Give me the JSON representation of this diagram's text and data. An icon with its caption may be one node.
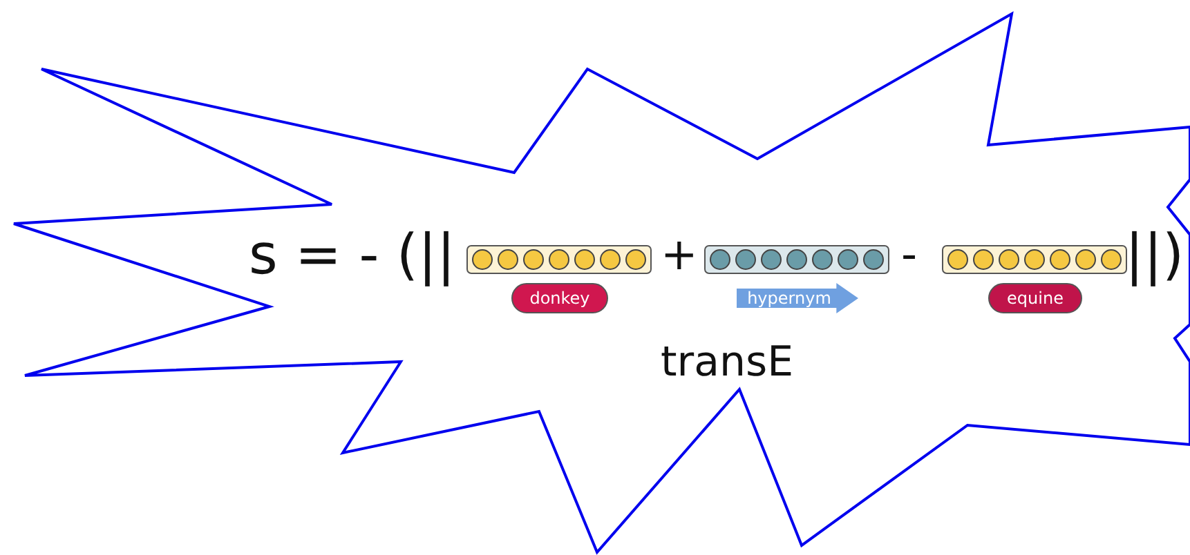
{
  "diagram": {
    "nodes": [
      {
        "text": [
          "donkey"
        ]
      },
      {
        "text": [
          "hypernym"
        ]
      },
      {
        "text": [
          "equine"
        ]
      }
    ],
    "labels": [
      "s = - (||",
      "+",
      "-",
      "||)",
      "transE"
    ]
  }
}
